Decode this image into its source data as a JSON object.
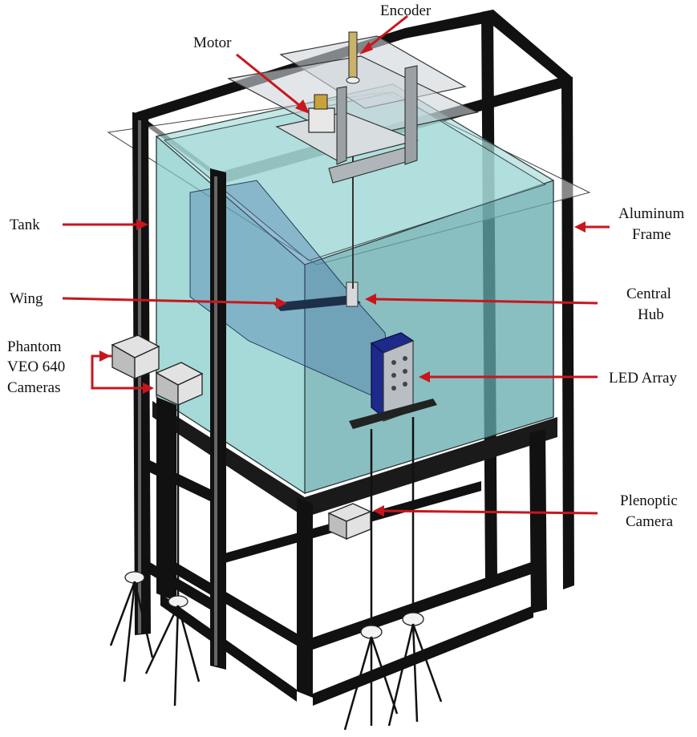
{
  "labels": {
    "encoder": "Encoder",
    "motor": "Motor",
    "tank": "Tank",
    "aluminum_frame_line1": "Aluminum",
    "aluminum_frame_line2": "Frame",
    "wing": "Wing",
    "central_hub_line1": "Central",
    "central_hub_line2": "Hub",
    "phantom_line1": "Phantom",
    "phantom_line2": "VEO 640",
    "phantom_line3": "Cameras",
    "led_array": "LED Array",
    "plenoptic_line1": "Plenoptic",
    "plenoptic_line2": "Camera"
  },
  "colors": {
    "arrow": "#c8161d",
    "water": "#7fc9c8",
    "frame": "#111111",
    "led_array": "#1d2a8c"
  }
}
